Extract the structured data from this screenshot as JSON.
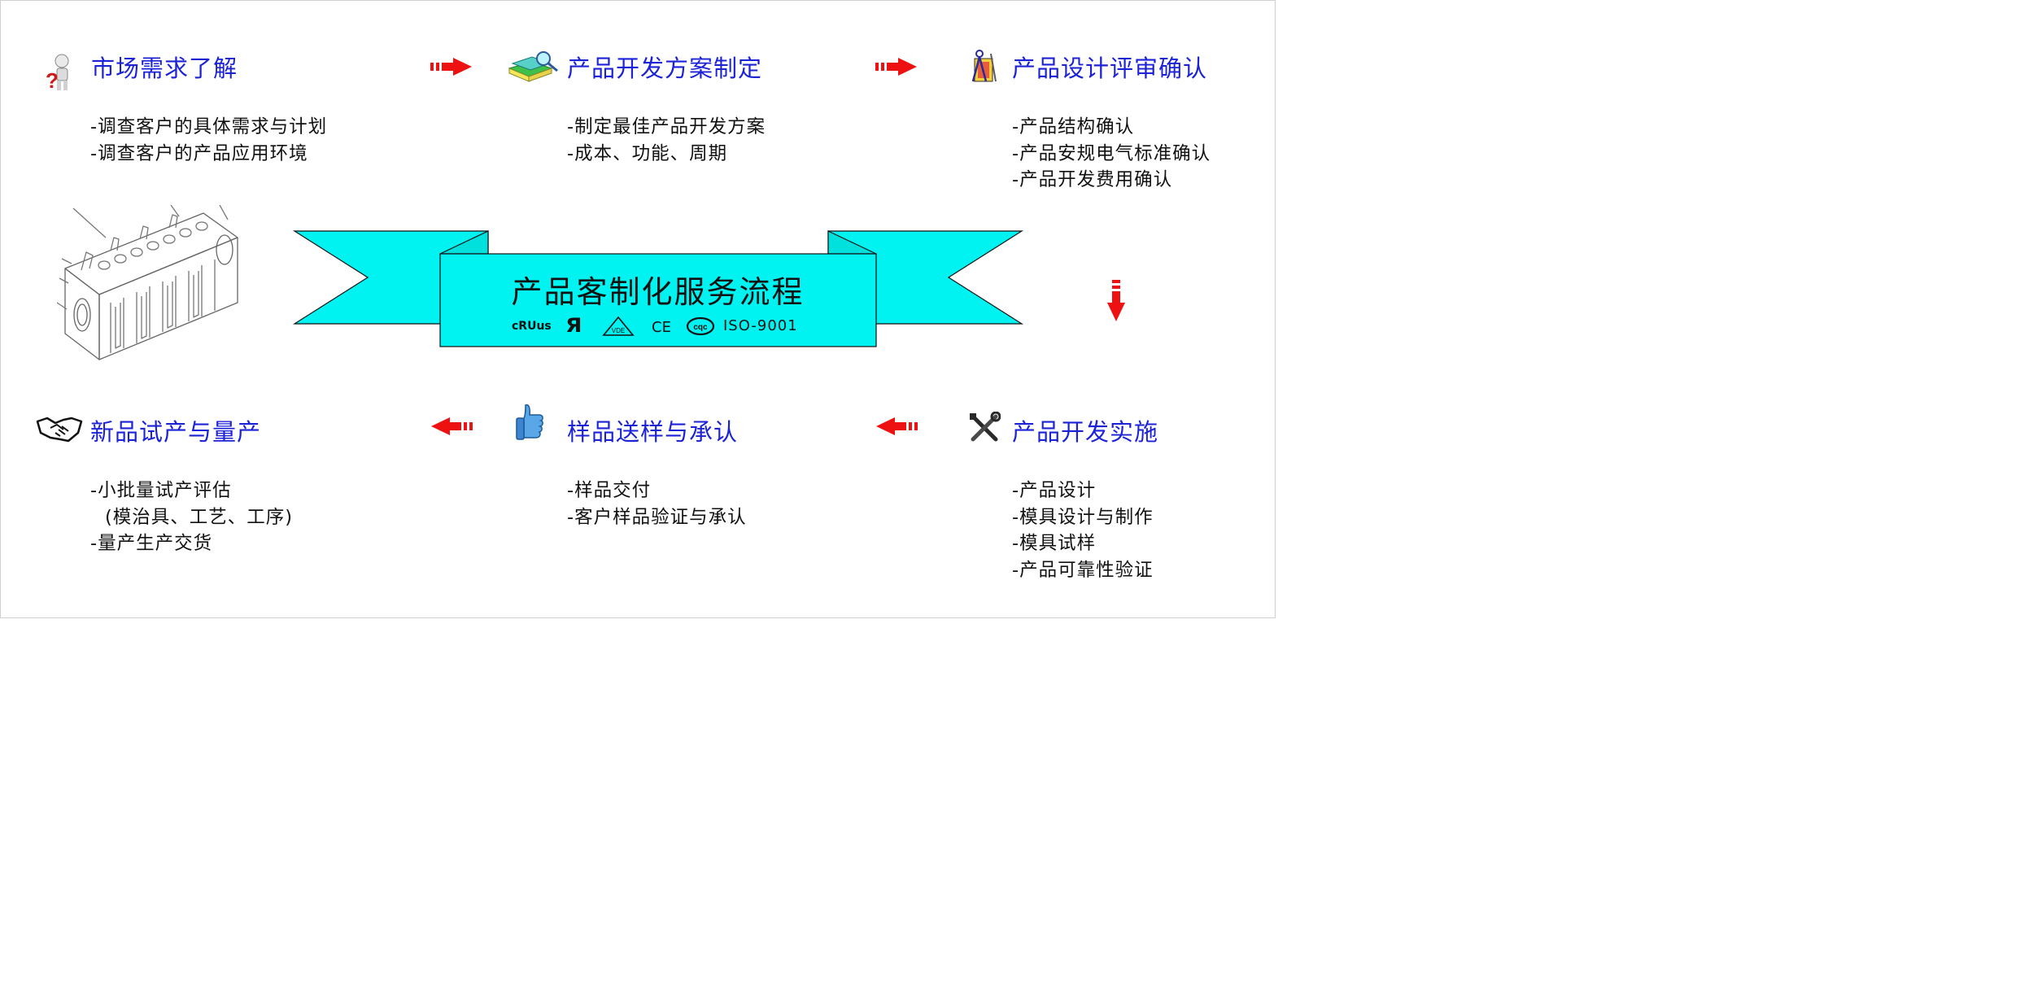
{
  "banner": {
    "title": "产品客制化服务流程",
    "certs": {
      "cul": "cRUus",
      "ur": "Я",
      "vde": "VDE",
      "ce": "CE",
      "cqc": "cqc",
      "iso": "ISO-9001"
    }
  },
  "steps": [
    {
      "title": "市场需求了解",
      "icon": "person-question-icon",
      "lines": [
        "-调查客户的具体需求与计划",
        "-调查客户的产品应用环境"
      ]
    },
    {
      "title": "产品开发方案制定",
      "icon": "books-magnifier-icon",
      "lines": [
        "-制定最佳产品开发方案",
        "-成本、功能、周期"
      ]
    },
    {
      "title": "产品设计评审确认",
      "icon": "drafting-tools-icon",
      "lines": [
        "-产品结构确认",
        "-产品安规电气标准确认",
        "-产品开发费用确认"
      ]
    },
    {
      "title": "产品开发实施",
      "icon": "wrench-screwdriver-icon",
      "lines": [
        "-产品设计",
        "-模具设计与制作",
        "-模具试样",
        "-产品可靠性验证"
      ]
    },
    {
      "title": "样品送样与承认",
      "icon": "thumbs-up-icon",
      "lines": [
        "-样品交付",
        "-客户样品验证与承认"
      ]
    },
    {
      "title": "新品试产与量产",
      "icon": "handshake-icon",
      "lines": [
        "-小批量试产评估",
        "(模治具、工艺、工序)",
        "-量产生产交货"
      ]
    }
  ],
  "colors": {
    "title": "#1c22d6",
    "banner": "#00f3f0",
    "arrow": "#ee1111",
    "text": "#111111"
  }
}
